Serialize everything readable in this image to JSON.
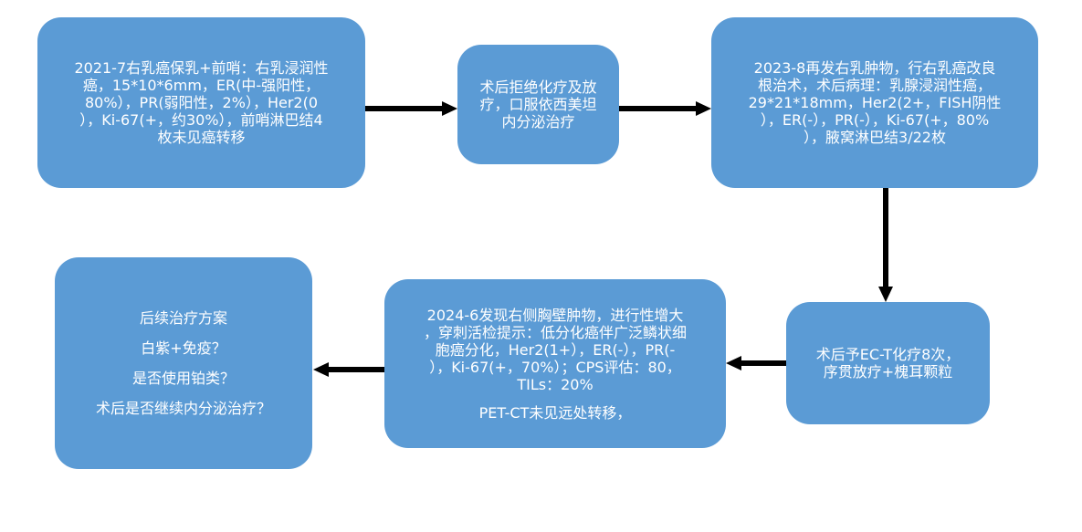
{
  "boxes": {
    "b1": {
      "lines": [
        "2021-7右乳癌保乳+前哨：右乳浸润性",
        "癌，15*10*6mm，ER(中-强阳性，",
        "80%），PR(弱阳性，2%），Her2(0",
        "），Ki-67(+，约30%），前哨淋巴结4",
        "枚未见癌转移"
      ]
    },
    "b2": {
      "lines": [
        "术后拒绝化疗及放",
        "疗，口服依西美坦",
        "内分泌治疗"
      ]
    },
    "b3": {
      "lines": [
        "2023-8再发右乳肿物，行右乳癌改良",
        "根治术，术后病理：乳腺浸润性癌，",
        "29*21*18mm，Her2(2+，FISH阴性",
        "），ER(-），PR(-），Ki-67(+，80%",
        "），腋窝淋巴结3/22枚"
      ]
    },
    "b4": {
      "lines": [
        "术后予EC-T化疗8次，",
        "序贯放疗+槐耳颗粒"
      ]
    },
    "b5": {
      "lines": [
        "2024-6发现右侧胸壁肿物，进行性增大",
        "，穿刺活检提示：低分化癌伴广泛鳞状细",
        "胞癌分化，Her2(1+），ER(-），PR(-",
        "），Ki-67(+，70%）；CPS评估：80，",
        "TILs：20%"
      ],
      "extra": "PET-CT未见远处转移，"
    },
    "b6": {
      "lines": [
        "后续治疗方案",
        "白紫+免疫？",
        "是否使用铂类？",
        "术后是否继续内分泌治疗？"
      ]
    }
  },
  "colors": {
    "box_fill": "#5b9bd5",
    "text": "#ffffff",
    "arrow": "#000000"
  }
}
